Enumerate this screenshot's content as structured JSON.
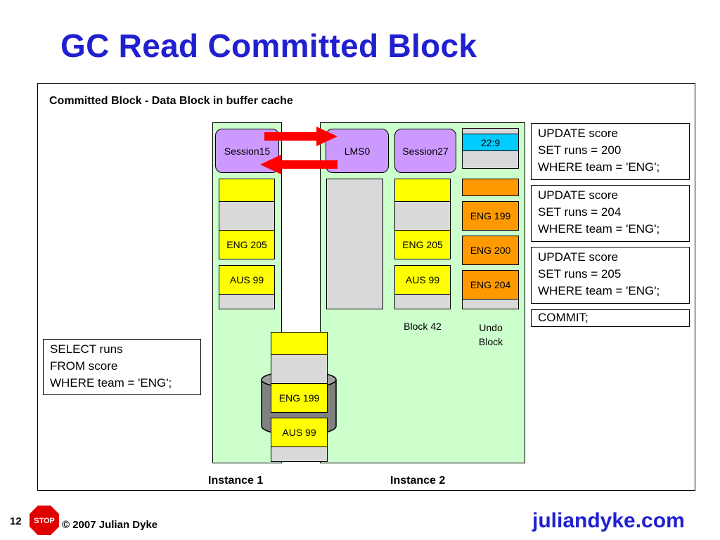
{
  "slide": {
    "title": "GC Read Committed Block",
    "caption": "Committed Block - Data Block in buffer cache"
  },
  "instances": {
    "instance1_label": "Instance 1",
    "instance2_label": "Instance 2"
  },
  "processes": {
    "session15": "Session15",
    "lms0": "LMS0",
    "session27": "Session27"
  },
  "blocks": {
    "instance1_rows": [
      "ENG 205",
      "AUS 99"
    ],
    "block42_rows": [
      "ENG 205",
      "AUS 99"
    ],
    "block42_label": "Block 42",
    "undo_header": "22:9",
    "undo_rows": [
      "ENG 199",
      "ENG 200",
      "ENG 204"
    ],
    "undo_label_line1": "Undo",
    "undo_label_line2": "Block",
    "disk_rows": [
      "ENG 199",
      "AUS 99"
    ]
  },
  "sql": {
    "select": [
      "SELECT runs",
      "FROM score",
      "WHERE team = 'ENG';"
    ],
    "update1": [
      "UPDATE score",
      "SET runs = 200",
      "WHERE team = 'ENG';"
    ],
    "update2": [
      "UPDATE score",
      "SET runs = 204",
      "WHERE team = 'ENG';"
    ],
    "update3": [
      "UPDATE score",
      "SET runs = 205",
      "WHERE team = 'ENG';"
    ],
    "commit": "COMMIT;"
  },
  "footer": {
    "slide_number": "12",
    "stop_sign": "STOP",
    "copyright": "© 2007 Julian Dyke",
    "brand": "juliandyke.com"
  },
  "colors": {
    "title": "#2020d0",
    "instance_bg": "#ccffcc",
    "process": "#cc99ff",
    "row_yellow": "#ffff00",
    "row_grey": "#d9d9d9",
    "undo_orange": "#ff9900",
    "undo_header": "#00ccff",
    "arrow": "#ff0000",
    "disk": "#808080",
    "stop": "#e00000"
  },
  "icons": {
    "arrows": "red-double-arrow-icon",
    "disk": "database-cylinder-icon",
    "stop": "stop-sign-icon"
  }
}
